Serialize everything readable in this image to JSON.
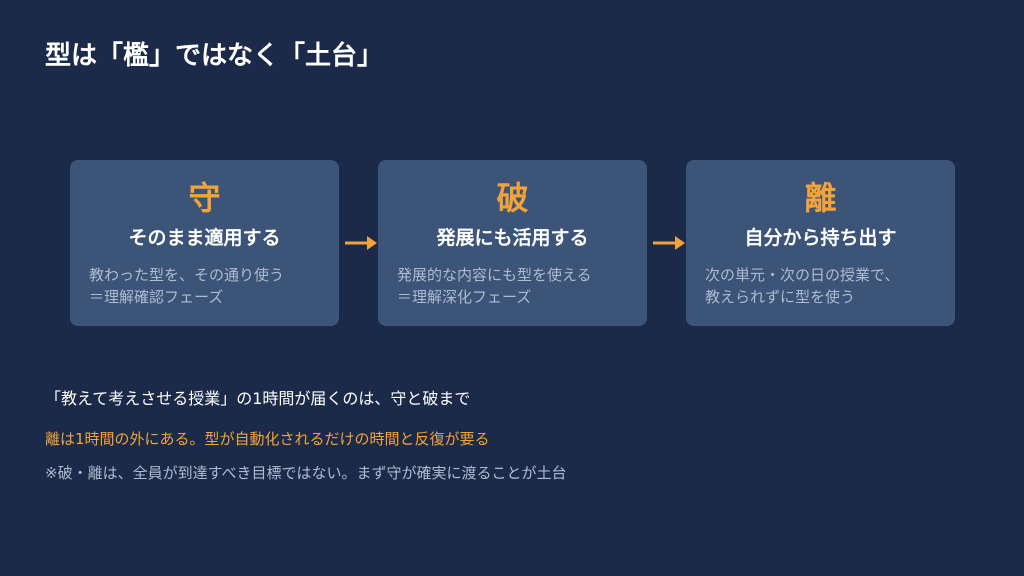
{
  "title": "型は「檻」ではなく「土台」",
  "stages": [
    {
      "kanji": "守",
      "heading": "そのまま適用する",
      "desc": [
        "教わった型を、その通り使う",
        "＝理解確認フェーズ"
      ]
    },
    {
      "kanji": "破",
      "heading": "発展にも活用する",
      "desc": [
        "発展的な内容にも型を使える",
        "＝理解深化フェーズ"
      ]
    },
    {
      "kanji": "離",
      "heading": "自分から持ち出す",
      "desc": [
        "次の単元・次の日の授業で、",
        "教えられずに型を使う"
      ]
    }
  ],
  "notes": {
    "line1": "「教えて考えさせる授業」の1時間が届くのは、守と破まで",
    "line2": "離は1時間の外にある。型が自動化されるだけの時間と反復が要る",
    "line3": "※破・離は、全員が到達すべき目標ではない。まず守が確実に渡ることが土台"
  },
  "colors": {
    "background": "#1b2a48",
    "card": "#3c5478",
    "accent": "#f2a33a",
    "muted_text": "#aebbd0",
    "text": "#ffffff"
  },
  "icons": [
    "arrow-right-icon",
    "arrow-right-icon"
  ]
}
